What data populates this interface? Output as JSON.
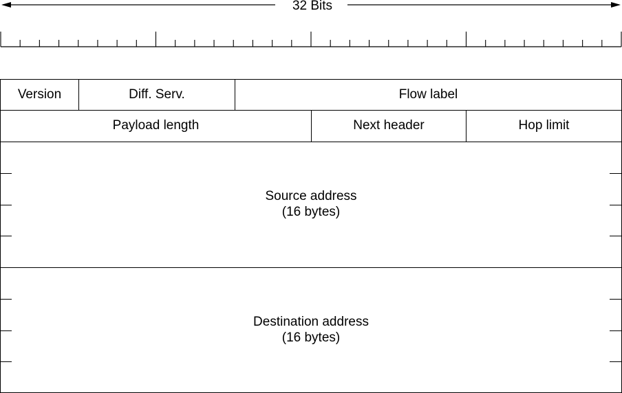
{
  "width_label": "32 Bits",
  "rows": {
    "row1": {
      "version": "Version",
      "diff_serv": "Diff. Serv.",
      "flow_label": "Flow label"
    },
    "row2": {
      "payload_length": "Payload length",
      "next_header": "Next header",
      "hop_limit": "Hop limit"
    },
    "source": {
      "title": "Source address",
      "size": "(16 bytes)"
    },
    "destination": {
      "title": "Destination address",
      "size": "(16 bytes)"
    }
  }
}
